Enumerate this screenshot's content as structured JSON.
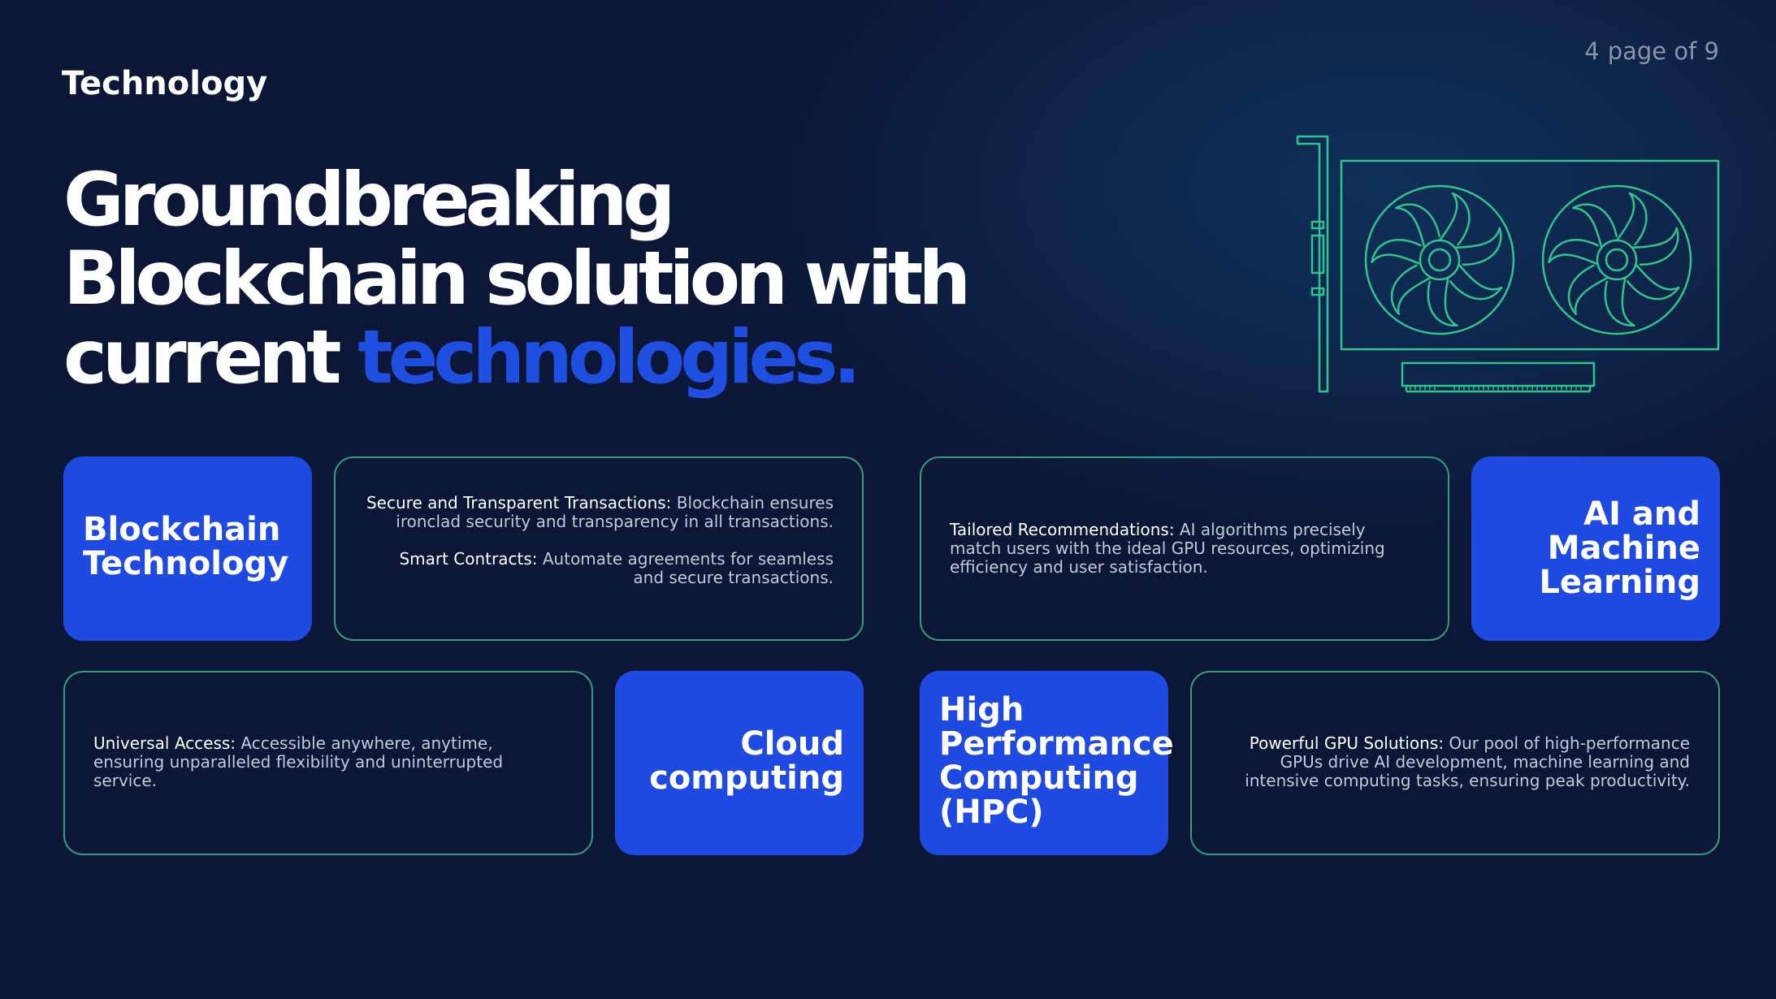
{
  "header": {
    "section_label": "Technology",
    "page_number": "4",
    "page_of": "page of 9"
  },
  "headline": {
    "line1": "Groundbreaking",
    "line2": "Blockchain solution with",
    "line3_plain": "current",
    "line3_accent": "technologies."
  },
  "colors": {
    "background": "#0c1636",
    "accent_blue": "#1f4ae2",
    "outline_green": "#2f9e79",
    "illustration_green": "#2fc48f"
  },
  "illustration": {
    "icon": "gpu-card-icon"
  },
  "cards": {
    "blockchain": {
      "title_line1": "Blockchain",
      "title_line2": "Technology",
      "item1_lead": "Secure and Transparent Transactions:",
      "item1_text": "Blockchain ensures ironclad security and transparency in all transactions.",
      "item2_lead": "Smart Contracts:",
      "item2_text": "Automate agreements for seamless and secure transactions."
    },
    "ai": {
      "title_line1": "AI and",
      "title_line2": "Machine",
      "title_line3": "Learning",
      "item_lead": "Tailored Recommendations:",
      "item_text": "AI algorithms precisely match users with the ideal GPU resources, optimizing efficiency and user satisfaction."
    },
    "cloud": {
      "title_line1": "Cloud",
      "title_line2": "computing",
      "item_lead": "Universal Access:",
      "item_text": "Accessible anywhere, anytime, ensuring unparalleled flexibility and uninterrupted service."
    },
    "hpc": {
      "title_line1": "High",
      "title_line2": "Performance",
      "title_line3": "Computing",
      "title_line4": "(HPC)",
      "item_lead": "Powerful GPU Solutions:",
      "item_text": "Our pool of high-performance GPUs drive AI development, machine learning and intensive computing tasks, ensuring peak productivity."
    }
  }
}
